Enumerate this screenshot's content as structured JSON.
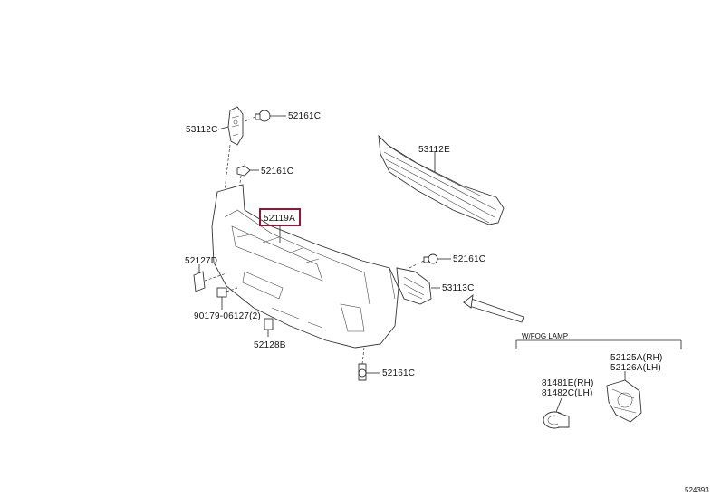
{
  "labels": {
    "clip_upper_right": "52161C",
    "bracket_upper_left": "53112C",
    "clip_upper_left_lower": "52161C",
    "grille_upper": "53112E",
    "bumper_cover": "52119A",
    "bracket_left": "52127D",
    "clip_side_right": "52161C",
    "fog_cover_right": "53113C",
    "screw_left": "90179-06127(2)",
    "retainer_lower": "52128B",
    "clip_bottom": "52161C",
    "fog_group_title": "W/FOG LAMP",
    "fog_cover_rh": "52125A(RH)",
    "fog_cover_lh": "52126A(LH)",
    "fog_lamp_rh": "81481E(RH)",
    "fog_lamp_lh": "81482C(LH)",
    "diagram_number": "524393"
  },
  "colors": {
    "highlight": "#8b1a3a",
    "line": "#222222"
  }
}
